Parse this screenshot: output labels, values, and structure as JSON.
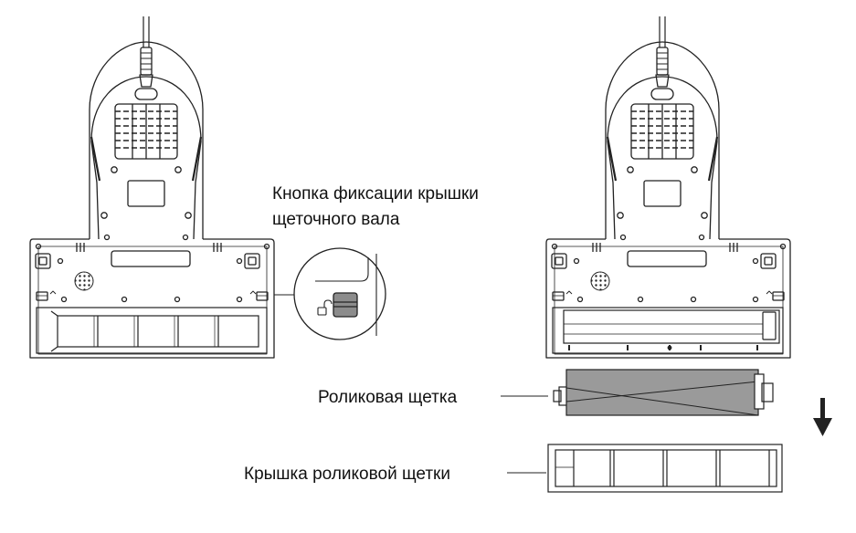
{
  "labels": {
    "lock_button": [
      "Кнопка фиксации крышки",
      "щеточного вала"
    ],
    "roller_brush": "Роликовая щетка",
    "brush_cover": "Крышка роликовой щетки"
  },
  "colors": {
    "line": "#222222",
    "brush_fill": "#9a9a9a",
    "button_fill": "#8c8c8c"
  },
  "icons": [
    "unlock-icon",
    "down-arrow-icon"
  ]
}
